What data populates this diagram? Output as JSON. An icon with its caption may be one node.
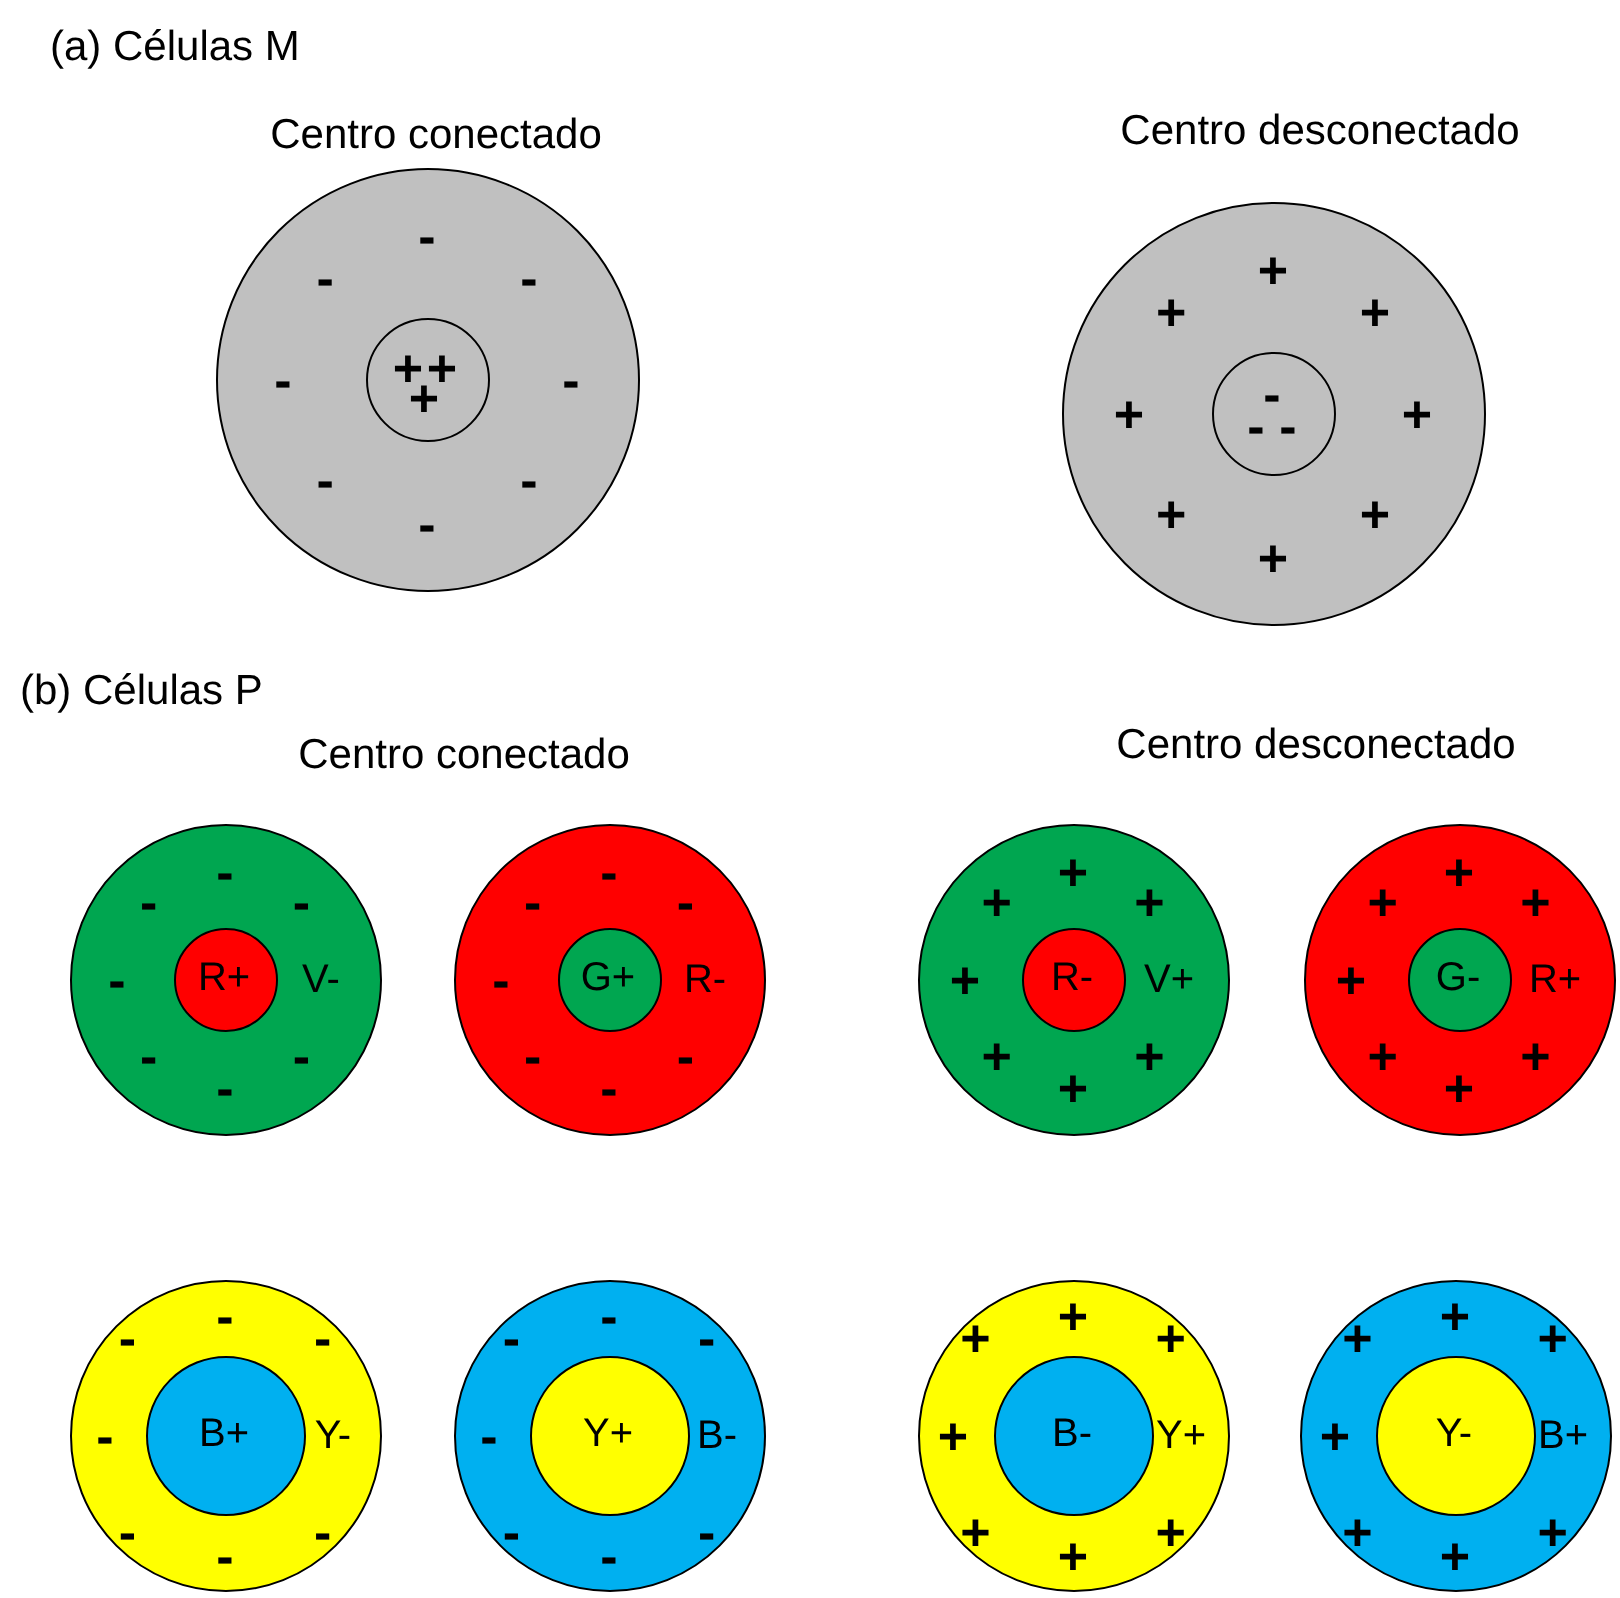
{
  "diagram": {
    "nodes": [
      {
        "text": [
          "-",
          "-",
          "-",
          "-",
          "-",
          "-",
          "-",
          "-"
        ]
      },
      {
        "text": [
          "+",
          "+",
          "+"
        ],
        "in": 0
      },
      {
        "text": [
          "+",
          "+",
          "+",
          "+",
          "+",
          "+",
          "+",
          "+"
        ]
      },
      {
        "text": [
          "-",
          "-",
          "-"
        ],
        "in": 2
      },
      {
        "text": [
          "-",
          "-",
          "-",
          "-",
          "V-",
          "-",
          "-",
          "-"
        ]
      },
      {
        "text": [
          "R+"
        ],
        "in": 4
      },
      {
        "text": [
          "-",
          "-",
          "-",
          "-",
          "R-",
          "-",
          "-",
          "-"
        ]
      },
      {
        "text": [
          "G+"
        ],
        "in": 6
      },
      {
        "text": [
          "+",
          "+",
          "+",
          "+",
          "V+",
          "+",
          "+",
          "+"
        ]
      },
      {
        "text": [
          "R-"
        ],
        "in": 8
      },
      {
        "text": [
          "+",
          "+",
          "+",
          "+",
          "R+",
          "+",
          "+",
          "+"
        ]
      },
      {
        "text": [
          "G-"
        ],
        "in": 10
      },
      {
        "text": [
          "-",
          "-",
          "-",
          "-",
          "Y-",
          "-",
          "-",
          "-"
        ]
      },
      {
        "text": [
          "B+"
        ],
        "in": 12
      },
      {
        "text": [
          "-",
          "-",
          "-",
          "-",
          "B-",
          "-",
          "-",
          "-"
        ]
      },
      {
        "text": [
          "Y+"
        ],
        "in": 14
      },
      {
        "text": [
          "+",
          "+",
          "+",
          "+",
          "Y+",
          "+",
          "+",
          "+"
        ]
      },
      {
        "text": [
          "B-"
        ],
        "in": 16
      },
      {
        "text": [
          "+",
          "+",
          "+",
          "+",
          "B+",
          "+",
          "+",
          "+"
        ]
      },
      {
        "text": [
          "Y-"
        ],
        "in": 18
      }
    ],
    "labels": [
      "(a) Células M",
      "Centro conectado",
      "Centro desconectado",
      "(b) Células P",
      "Centro conectado",
      "Centro desconectado"
    ]
  }
}
